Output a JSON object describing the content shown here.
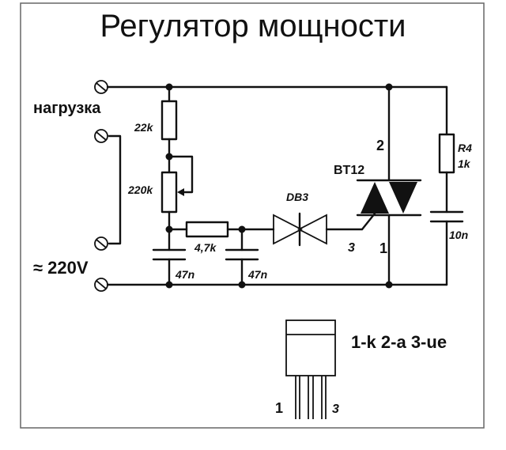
{
  "title": "Регулятор мощности",
  "labels": {
    "load": "нагрузка",
    "mains": "≈ 220V",
    "r1": "22k",
    "pot": "220k",
    "r3": "4,7k",
    "c1": "47n",
    "c2": "47n",
    "diac": "DB3",
    "triac": "BT12",
    "r4_name": "R4",
    "r4_value": "1k",
    "c3": "10n",
    "pin2_mark": "2",
    "pin3_mark": "3",
    "pin1_mark": "1",
    "pinout": "1-k 2-a 3-ue",
    "pkg_pin1": "1",
    "pkg_pin3": "3"
  }
}
